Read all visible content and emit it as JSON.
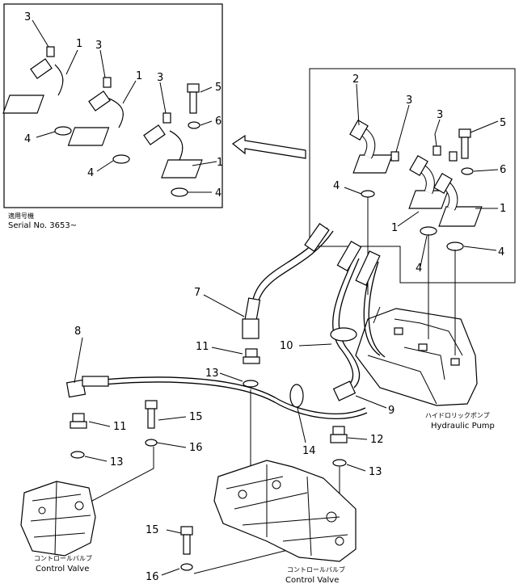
{
  "inset": {
    "serial_label_jp": "適用号機",
    "serial_label": "Serial  No.  3653~",
    "callouts": [
      "1",
      "1",
      "1",
      "3",
      "3",
      "3",
      "4",
      "4",
      "4",
      "5",
      "6"
    ]
  },
  "detail": {
    "callouts": [
      "2",
      "3",
      "3",
      "5",
      "6",
      "4",
      "1",
      "1",
      "4",
      "4"
    ]
  },
  "main": {
    "callouts": [
      "7",
      "8",
      "9",
      "10",
      "11",
      "11",
      "12",
      "13",
      "13",
      "13",
      "14",
      "15",
      "15",
      "16",
      "16"
    ]
  },
  "labels": {
    "pump_jp": "ハイドロリックポンプ",
    "pump": "Hydraulic Pump",
    "valve_left_jp": "コントロールバルブ",
    "valve_left": "Control Valve",
    "valve_right_jp": "コントロールバルブ",
    "valve_right": "Control Valve"
  }
}
